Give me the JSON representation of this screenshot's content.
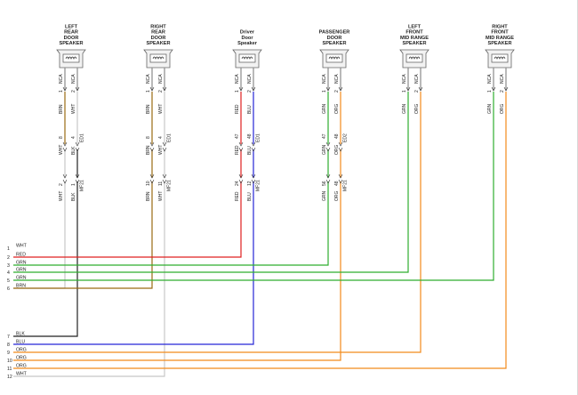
{
  "colors": {
    "WHT": "#c8c8c8",
    "RED": "#e02020",
    "GRN": "#2fae2f",
    "BRN": "#9a6a12",
    "BLK": "#222222",
    "BLU": "#2626d6",
    "ORG": "#f28a1a",
    "pin": "#8a8a8a"
  },
  "bus": [
    {
      "num": "1",
      "color": "WHT"
    },
    {
      "num": "2",
      "color": "RED"
    },
    {
      "num": "3",
      "color": "GRN"
    },
    {
      "num": "4",
      "color": "GRN"
    },
    {
      "num": "5",
      "color": "GRN"
    },
    {
      "num": "6",
      "color": "BRN"
    },
    {
      "num": "7",
      "color": "BLK"
    },
    {
      "num": "8",
      "color": "BLU"
    },
    {
      "num": "9",
      "color": "ORG"
    },
    {
      "num": "10",
      "color": "ORG"
    },
    {
      "num": "11",
      "color": "ORG"
    },
    {
      "num": "12",
      "color": "WHT"
    }
  ],
  "speakers": [
    {
      "title": [
        "LEFT",
        "REAR",
        "DOOR",
        "SPEAKER"
      ],
      "pins": [
        {
          "pin": "1",
          "nca": "NCA",
          "wire": "BRN",
          "c1": "8",
          "c1color": "WHT",
          "c2": "2",
          "c2color": "WHT",
          "bus": 6
        },
        {
          "pin": "2",
          "nca": "NCA",
          "wire": "WHT",
          "c1": "4",
          "c1color": "BLK",
          "c2": "1",
          "c2color": "BLK",
          "bus": 7
        }
      ],
      "conn1": "ED1",
      "conn2": "MF21"
    },
    {
      "title": [
        "RIGHT",
        "REAR",
        "DOOR",
        "SPEAKER"
      ],
      "pins": [
        {
          "pin": "1",
          "nca": "NCA",
          "wire": "BRN",
          "c1": "8",
          "c1color": "BRN",
          "c2": "10",
          "c2color": "BRN",
          "bus": 6
        },
        {
          "pin": "2",
          "nca": "NCA",
          "wire": "WHT",
          "c1": "4",
          "c1color": "WHT",
          "c2": "11",
          "c2color": "WHT",
          "bus": 12
        }
      ],
      "conn1": "ED1",
      "conn2": "MF21"
    },
    {
      "title": [
        "Driver",
        "Door",
        "Speaker"
      ],
      "pins": [
        {
          "pin": "1",
          "nca": "NCA",
          "wire": "RED",
          "c1": "47",
          "c1color": "RED",
          "c2": "24",
          "c2color": "RED",
          "bus": 2
        },
        {
          "pin": "2",
          "nca": "NCA",
          "wire": "BLU",
          "c1": "48",
          "c1color": "BLU",
          "c2": "12",
          "c2color": "BLU",
          "bus": 8
        }
      ],
      "conn1": "ED1",
      "conn2": "MF21"
    },
    {
      "title": [
        "PASSENGER",
        "DOOR",
        "SPEAKER"
      ],
      "pins": [
        {
          "pin": "1",
          "nca": "NCA",
          "wire": "GRN",
          "c1": "47",
          "c1color": "GRN",
          "c2": "56",
          "c2color": "GRN",
          "bus": 3
        },
        {
          "pin": "2",
          "nca": "NCA",
          "wire": "ORG",
          "c1": "48",
          "c1color": "ORG",
          "c2": "48",
          "c2color": "ORG",
          "bus": 10
        }
      ],
      "conn1": "ED2",
      "conn2": "MF21"
    },
    {
      "title": [
        "LEFT",
        "FRONT",
        "MID RANGE",
        "SPEAKER"
      ],
      "pins": [
        {
          "pin": "1",
          "nca": "NCA",
          "wire": "GRN",
          "bus": 4
        },
        {
          "pin": "2",
          "nca": "NCA",
          "wire": "ORG",
          "bus": 9
        }
      ]
    },
    {
      "title": [
        "RIGHT",
        "FRONT",
        "MID RANGE",
        "SPEAKER"
      ],
      "pins": [
        {
          "pin": "1",
          "nca": "NCA",
          "wire": "GRN",
          "bus": 5
        },
        {
          "pin": "2",
          "nca": "NCA",
          "wire": "ORG",
          "bus": 11
        }
      ]
    }
  ]
}
